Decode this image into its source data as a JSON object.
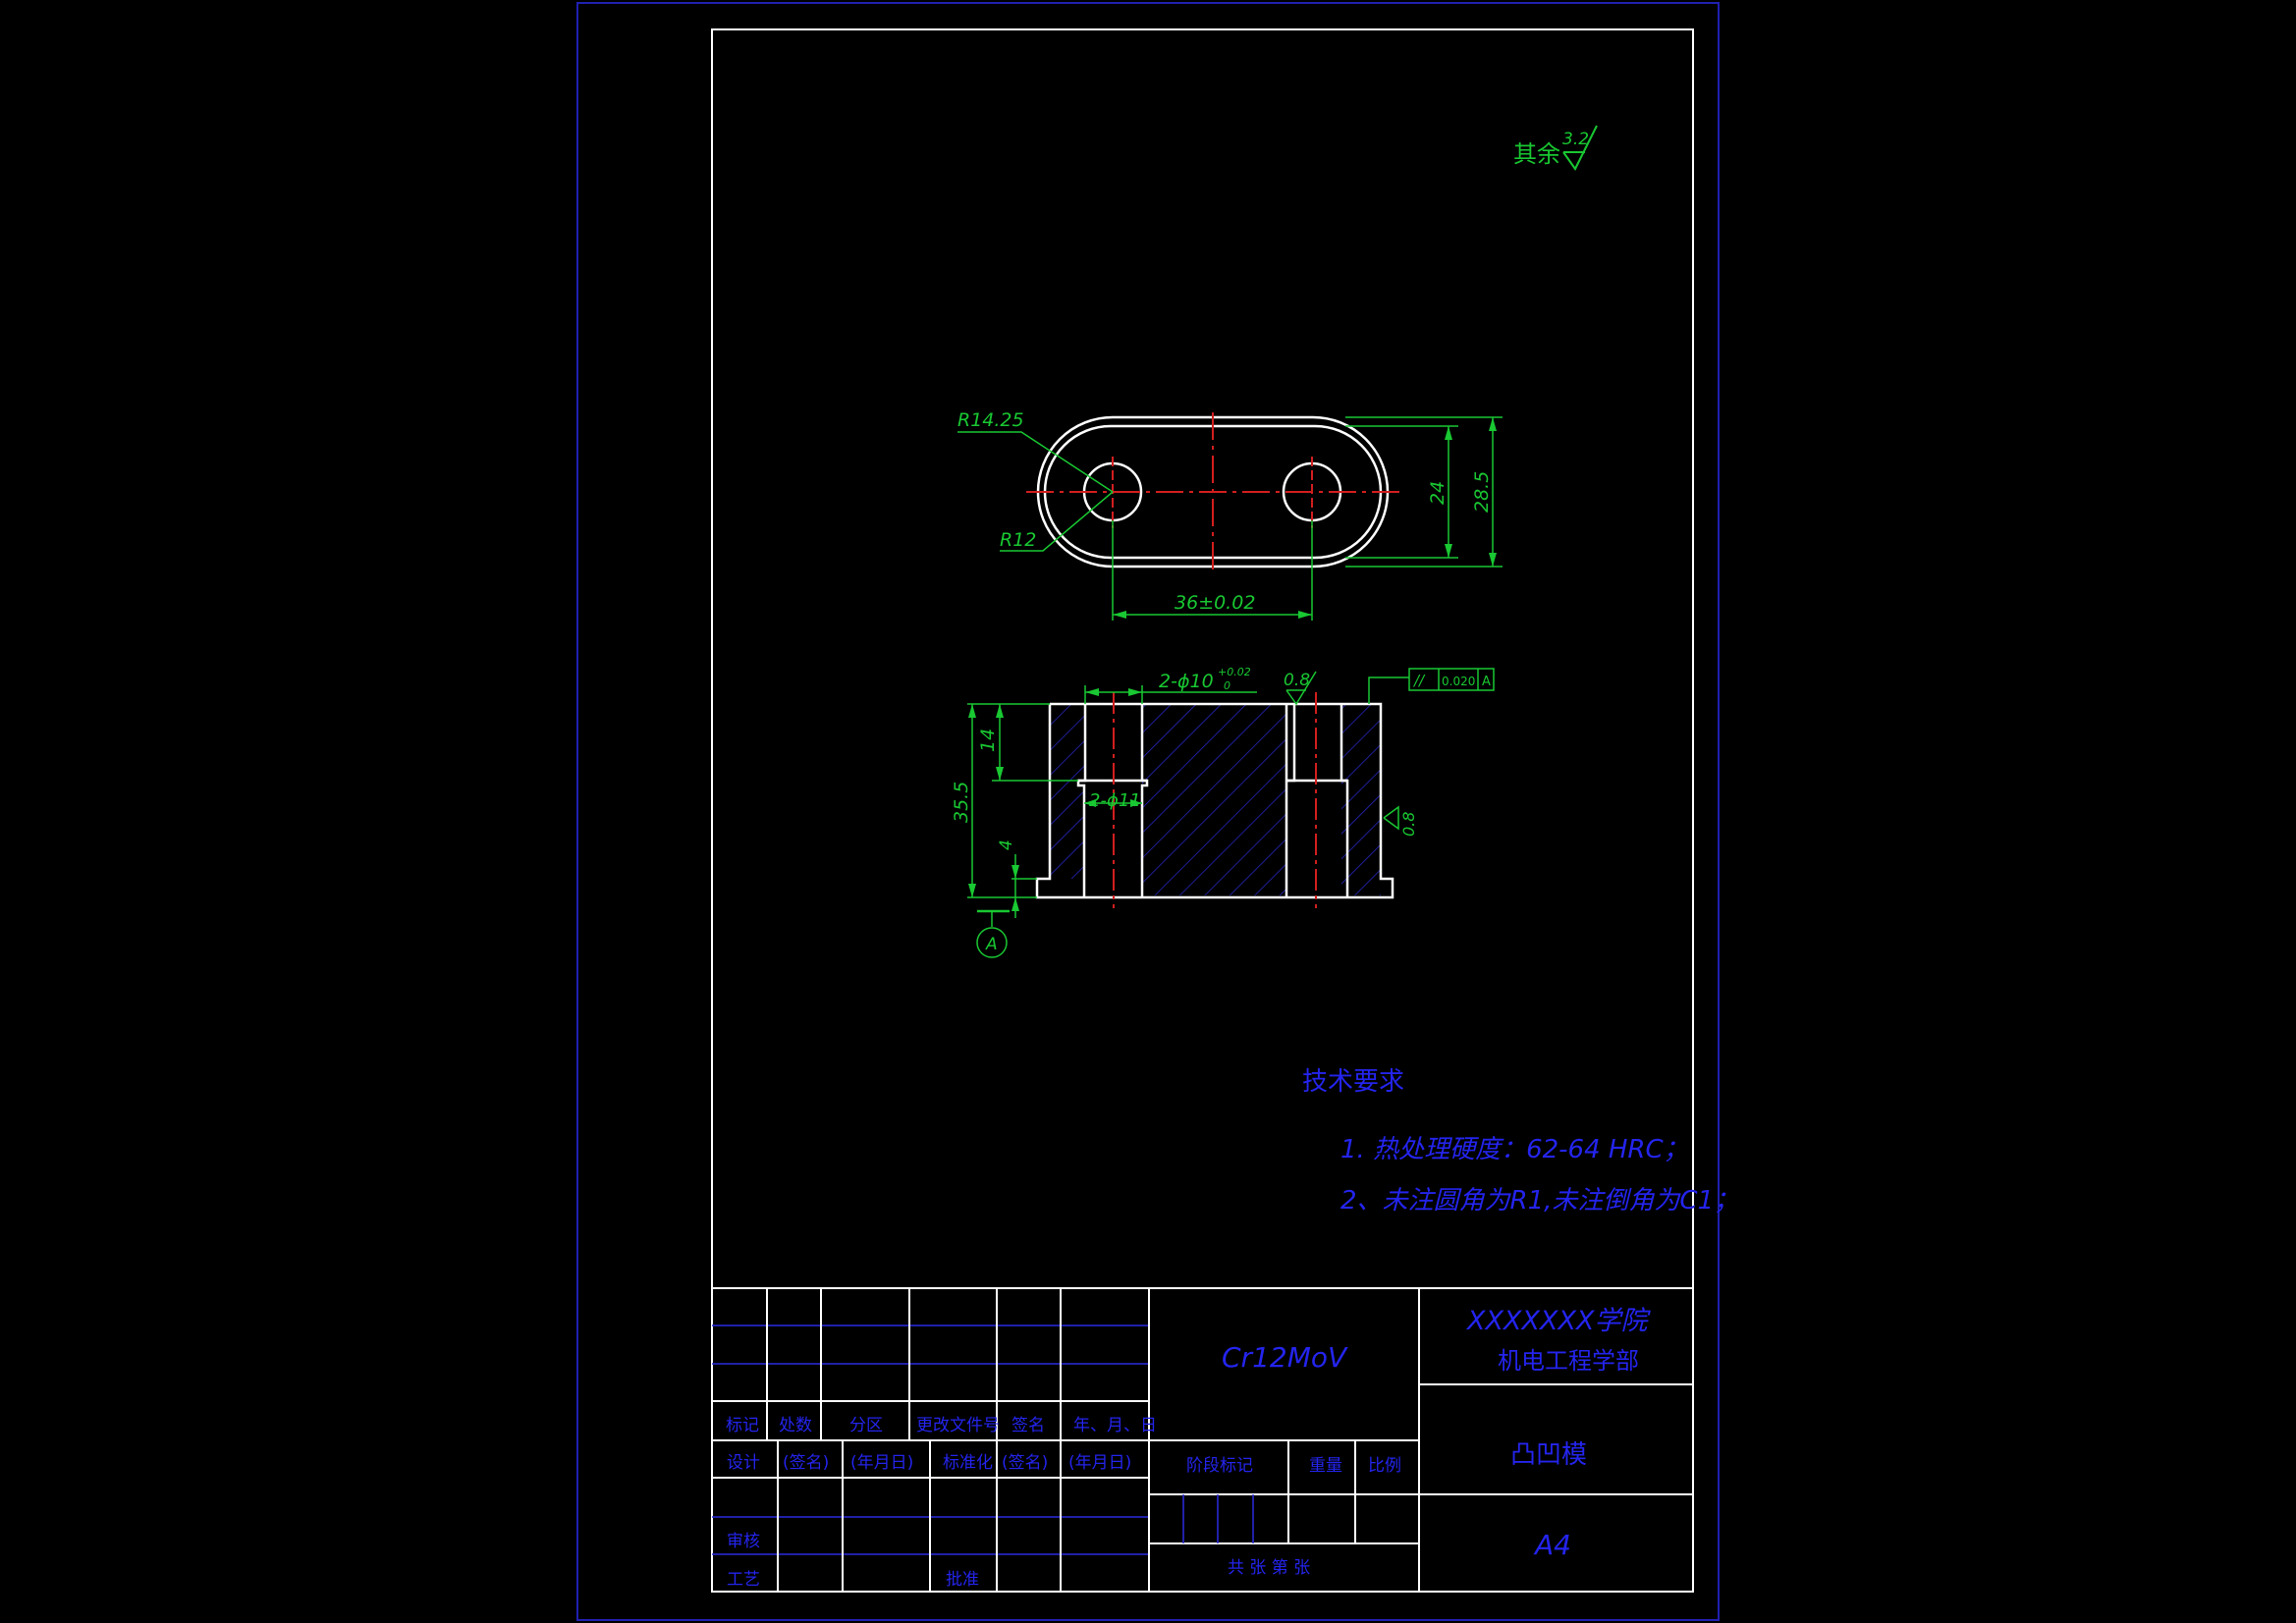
{
  "drawing": {
    "surface_finish_note": {
      "prefix": "其余",
      "roughness": "3.2"
    },
    "top_view": {
      "radius_outer": "R14.25",
      "radius_inner": "R12",
      "width_inner": "24",
      "width_outer": "28.5",
      "hole_spacing": "36±0.02"
    },
    "front_view": {
      "hole_dia": "2-ϕ10",
      "hole_tol_upper": "+0.02",
      "hole_tol_lower": "0",
      "roughness_top": "0.8",
      "roughness_side": "0.8",
      "counterbore": "2-ϕ11",
      "height_total": "35.5",
      "depth_top": "14",
      "step_height": "4",
      "datum_label": "A",
      "tolerance_symbol": "//",
      "tolerance_value": "0.020",
      "tolerance_datum": "A"
    },
    "tech_requirements": {
      "title": "技术要求",
      "item1": "1. 热处理硬度：62-64 HRC；",
      "item2": "2、未注圆角为R1,未注倒角为C1；"
    }
  },
  "title_block": {
    "material": "Cr12MoV",
    "school": "XXXXXXX学院",
    "department": "机电工程学部",
    "part_name": "凸凹模",
    "sheet_size": "A4",
    "rev_labels": [
      "标记",
      "处数",
      "分区",
      "更改文件号",
      "签名",
      "年、月、日"
    ],
    "sign_row": [
      "设计",
      "(签名)",
      "(年月日)",
      "标准化",
      "(签名)",
      "(年月日)"
    ],
    "check_label": "审核",
    "process_label": "工艺",
    "approve_label": "批准",
    "stage_mark": "阶段标记",
    "weight": "重量",
    "scale": "比例",
    "sheets": "共  张  第  张"
  },
  "colors": {
    "line": "#ffffff",
    "dimension": "#19c832",
    "center": "#d21e1e",
    "text": "#2424ee",
    "hatch": "#2828c8"
  }
}
